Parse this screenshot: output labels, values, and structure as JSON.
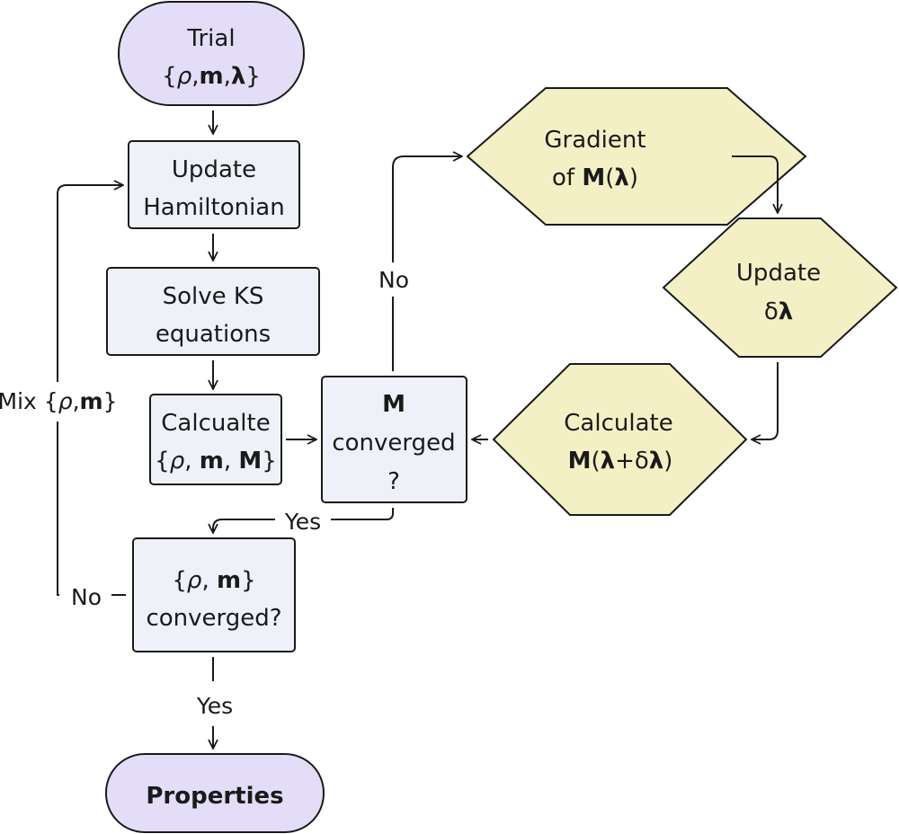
{
  "colors": {
    "terminal_fill": "#e3ddf7",
    "process_fill": "#eef2f8",
    "decision_fill": "#f4f0c6",
    "stroke": "#1a1a1a"
  },
  "nodes": {
    "trial": {
      "line1": "Trial",
      "line2": [
        [
          "{",
          "n"
        ],
        [
          "ρ",
          "i"
        ],
        [
          ",",
          "n"
        ],
        [
          "m",
          "b"
        ],
        [
          ",",
          "n"
        ],
        [
          "λ",
          "b"
        ],
        [
          "}",
          "n"
        ]
      ]
    },
    "update_hamiltonian": {
      "line1": "Update",
      "line2": "Hamiltonian"
    },
    "solve_ks": {
      "line1": "Solve KS",
      "line2": "equations"
    },
    "calculate": {
      "line1": "Calcualte",
      "line2": [
        [
          "{",
          "n"
        ],
        [
          "ρ",
          "i"
        ],
        [
          ", ",
          "n"
        ],
        [
          "m",
          "b"
        ],
        [
          ", ",
          "n"
        ],
        [
          "M",
          "b"
        ],
        [
          "}",
          "n"
        ]
      ]
    },
    "m_converged": {
      "line1": [
        [
          "M",
          "b"
        ]
      ],
      "line2": "converged",
      "line3": "?"
    },
    "gradient": {
      "line1": "Gradient",
      "line2": [
        [
          "of ",
          "n"
        ],
        [
          "M",
          "b"
        ],
        [
          "(",
          "n"
        ],
        [
          "λ",
          "b"
        ],
        [
          ")",
          "n"
        ]
      ]
    },
    "update_delta": {
      "line1": "Update",
      "line2": [
        [
          "δ",
          "n"
        ],
        [
          "λ",
          "b"
        ]
      ]
    },
    "calc_m_delta": {
      "line1": "Calculate",
      "line2": [
        [
          "M",
          "b"
        ],
        [
          "(",
          "n"
        ],
        [
          "λ",
          "b"
        ],
        [
          "+δ",
          "n"
        ],
        [
          "λ",
          "b"
        ],
        [
          ")",
          "n"
        ]
      ]
    },
    "rho_m_converged": {
      "line1": [
        [
          "{",
          "n"
        ],
        [
          "ρ",
          "i"
        ],
        [
          ", ",
          "n"
        ],
        [
          "m",
          "b"
        ],
        [
          "}",
          "n"
        ]
      ],
      "line2": "converged?"
    },
    "properties": {
      "label": "Properties"
    }
  },
  "edge_labels": {
    "no_top": "No",
    "yes_m": "Yes",
    "no_left": "No",
    "yes_bottom": "Yes",
    "mix": [
      [
        "Mix {",
        "n"
      ],
      [
        "ρ",
        "i"
      ],
      [
        ",",
        "n"
      ],
      [
        "m",
        "b"
      ],
      [
        "}",
        "n"
      ]
    ]
  }
}
